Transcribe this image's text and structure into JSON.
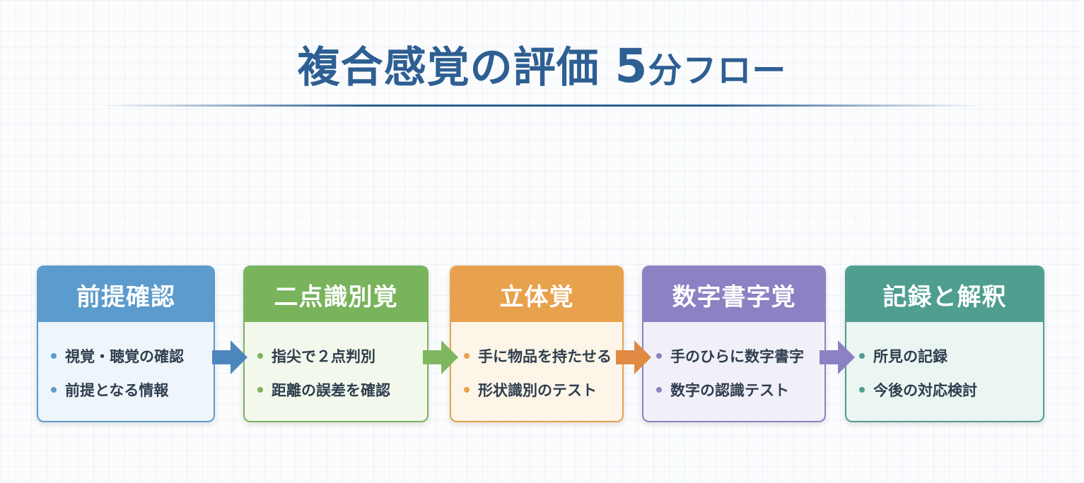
{
  "title": {
    "main": "複合感覚の評価",
    "num": "5",
    "suffix": "分フロー"
  },
  "steps": [
    {
      "header": "前提確認",
      "items": [
        "視覚・聴覚の確認",
        "前提となる情報"
      ],
      "color": "#5b9bcd",
      "body": "#eef5fb",
      "dot": "#5b9bcd"
    },
    {
      "header": "二点識別覚",
      "items": [
        "指尖で２点判別",
        "距離の誤差を確認"
      ],
      "color": "#79b35c",
      "body": "#f3f8ec",
      "dot": "#79b35c"
    },
    {
      "header": "立体覚",
      "items": [
        "手に物品を持たせる",
        "形状識別のテスト"
      ],
      "color": "#e8a14c",
      "body": "#fdf5e8",
      "dot": "#e8a14c"
    },
    {
      "header": "数字書字覚",
      "items": [
        "手のひらに数字書字",
        "数字の認識テスト"
      ],
      "color": "#8a82c2",
      "body": "#f1f0f9",
      "dot": "#8a82c2"
    },
    {
      "header": "記録と解釈",
      "items": [
        "所見の記録",
        "今後の対応検討"
      ],
      "color": "#4f9e90",
      "body": "#ebf5f2",
      "dot": "#4f9e90"
    }
  ],
  "arrow_colors": [
    "#4d86bd",
    "#7fb760",
    "#e08a44",
    "#8a82c2"
  ]
}
